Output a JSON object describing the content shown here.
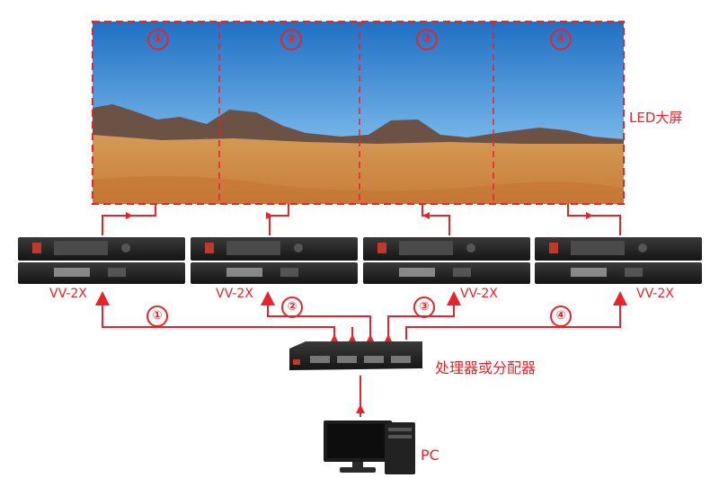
{
  "screen": {
    "label": "LED大屏",
    "zones": [
      "①",
      "②",
      "③",
      "④"
    ]
  },
  "controllers": [
    {
      "model": "VV-2X"
    },
    {
      "model": "VV-2X"
    },
    {
      "model": "VV-2X"
    },
    {
      "model": "VV-2X"
    }
  ],
  "cables": [
    "①",
    "②",
    "③",
    "④"
  ],
  "distributor": {
    "label": "处理器或分配器"
  },
  "pc": {
    "label": "PC"
  },
  "colors": {
    "accent": "#e8232a",
    "device": "#1c1c1c"
  }
}
